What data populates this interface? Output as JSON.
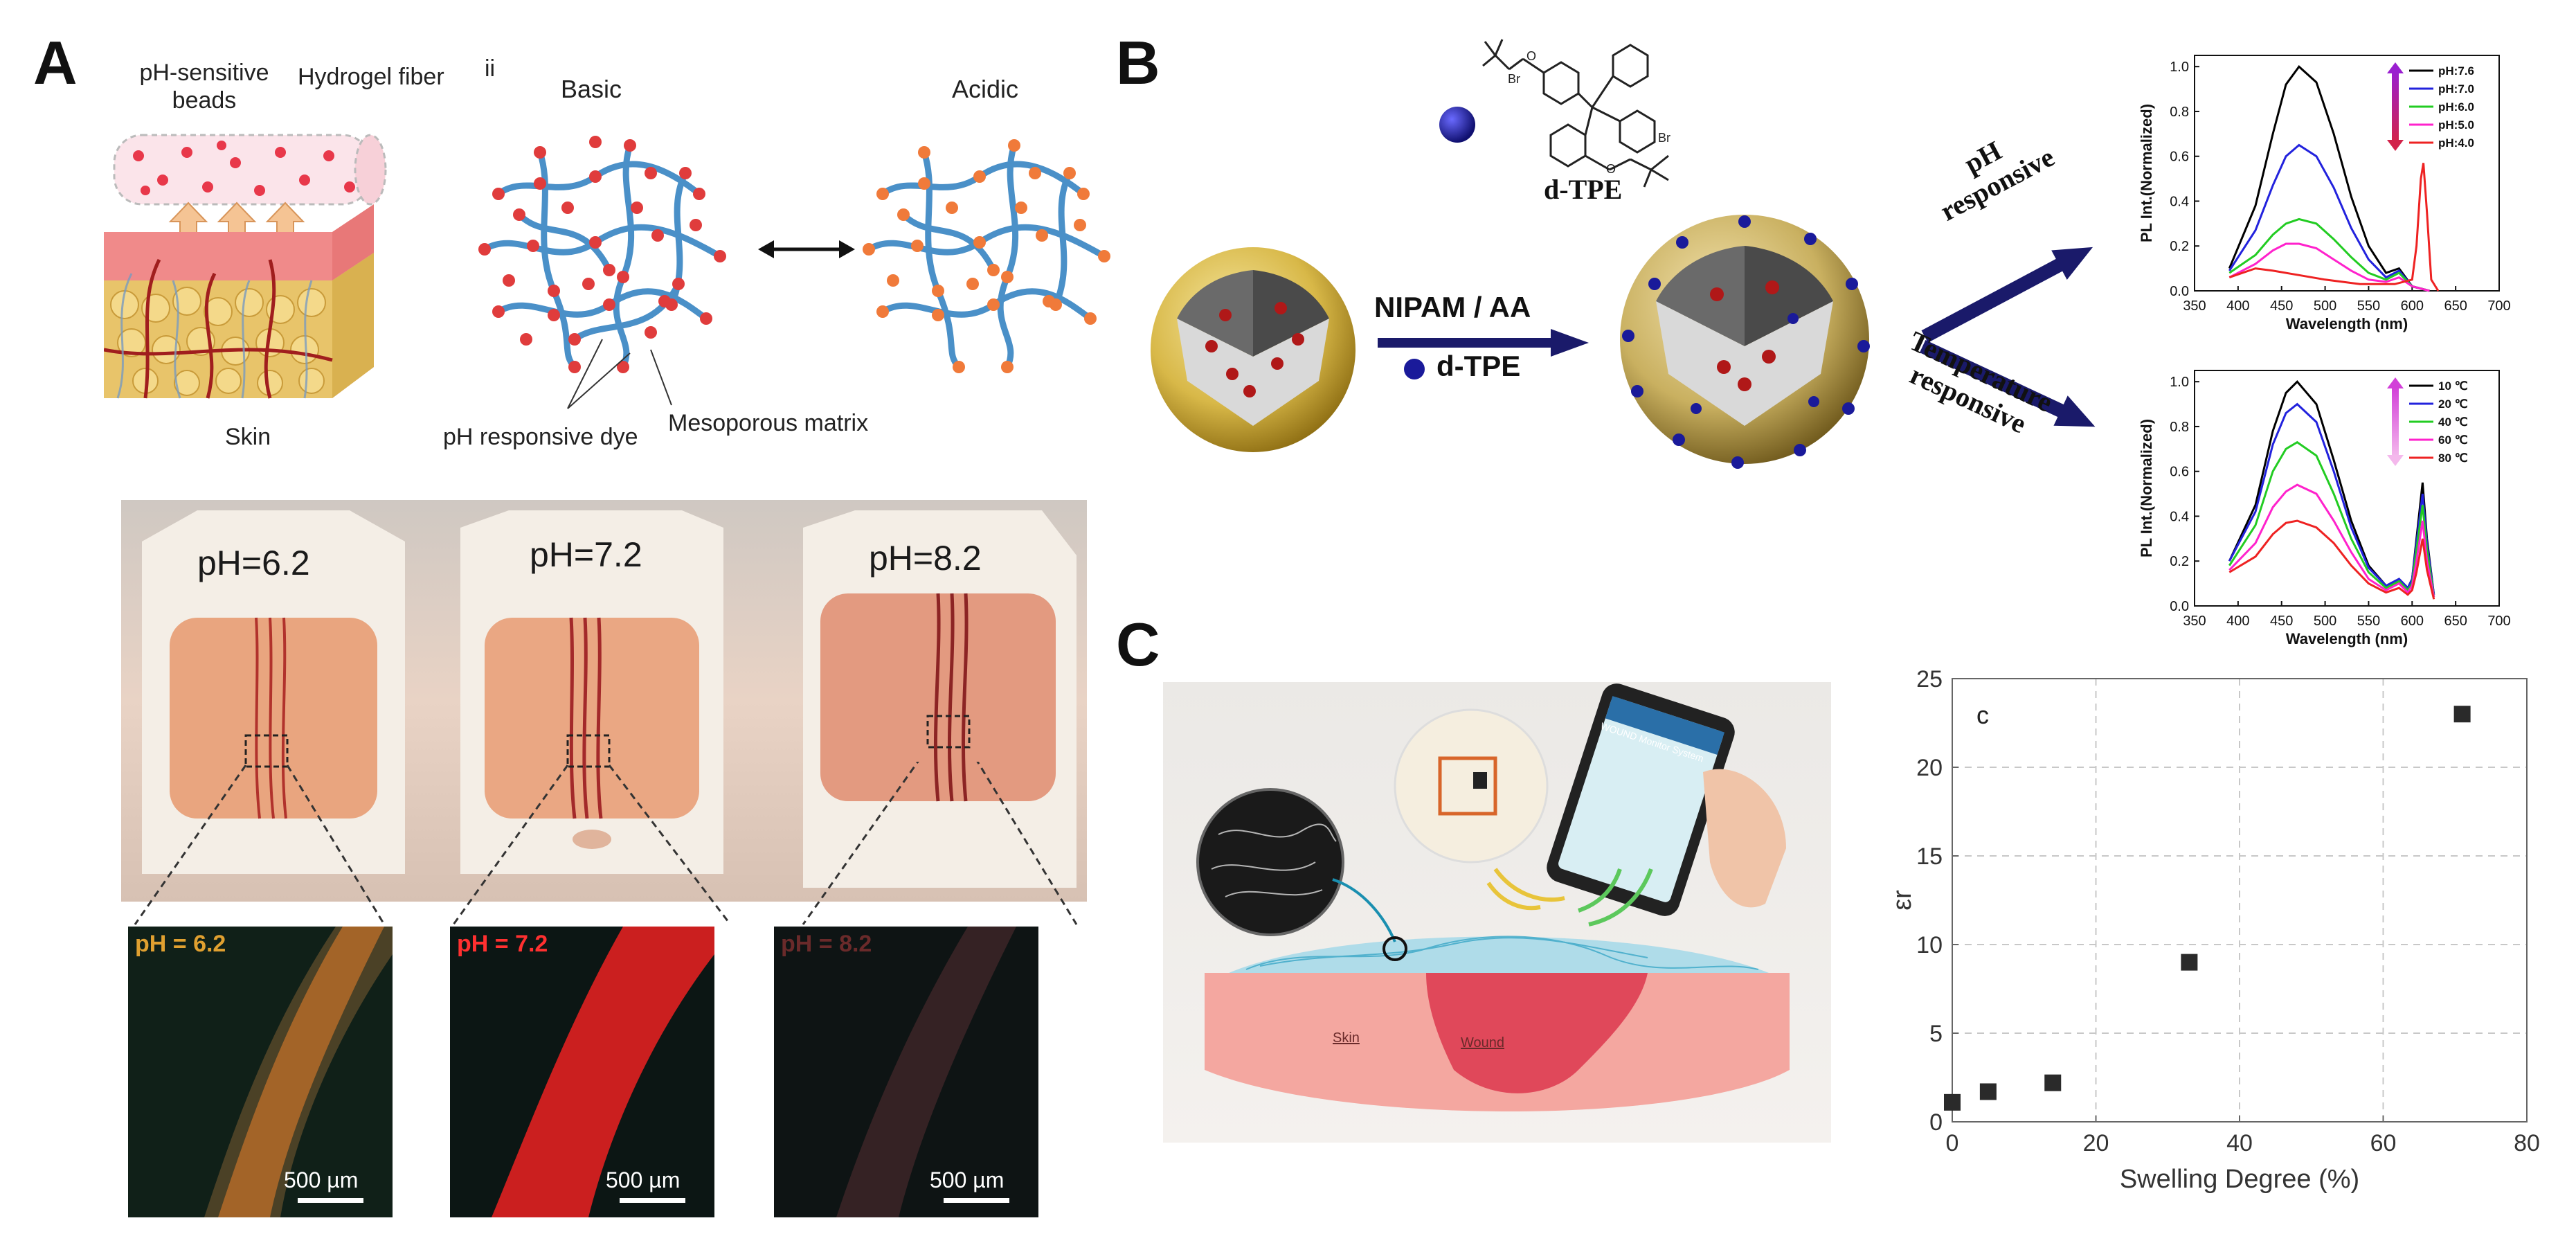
{
  "panels": {
    "A": {
      "letter": "A",
      "sub_label": "ii",
      "callouts": {
        "beads": "pH-sensitive\nbeads",
        "fiber": "Hydrogel fiber",
        "skin": "Skin",
        "basic": "Basic",
        "acidic": "Acidic",
        "dye": "pH responsive dye",
        "matrix": "Mesoporous matrix"
      },
      "photo_labels": [
        "pH=6.2",
        "pH=7.2",
        "pH=8.2"
      ],
      "micro_labels": [
        "pH = 6.2",
        "pH = 7.2",
        "pH = 8.2"
      ],
      "scale_bar": "500 µm",
      "colors": {
        "beads": "#e8384a",
        "fiber": "#4a90c8",
        "dye_basic": "#e03c3c",
        "dye_acidic": "#f07a3a"
      }
    },
    "B": {
      "letter": "B",
      "molecule_name": "d-TPE",
      "arrow_top": "NIPAM / AA",
      "arrow_bottom": "d-TPE",
      "diag_upper": "pH\nresponsive",
      "diag_lower": "Temperature\nresponsive"
    },
    "C": {
      "letter": "C",
      "illustration_labels": {
        "skin": "Skin",
        "wound": "Wound",
        "phone_header": "WOUND Monitor System"
      }
    }
  },
  "chart_data": [
    {
      "type": "line",
      "xlabel": "Wavelength (nm)",
      "ylabel": "PL Int.(Normalized)",
      "xlim": [
        350,
        700
      ],
      "ylim": [
        0,
        1.05
      ],
      "xticks": [
        350,
        400,
        450,
        500,
        550,
        600,
        650,
        700
      ],
      "yticks": [
        0.0,
        0.2,
        0.4,
        0.6,
        0.8,
        1.0
      ],
      "legend": "top-right",
      "series": [
        {
          "name": "pH:7.6",
          "color": "#000000",
          "x": [
            390,
            420,
            440,
            455,
            470,
            490,
            510,
            530,
            550,
            570,
            585,
            600,
            620
          ],
          "y": [
            0.1,
            0.38,
            0.7,
            0.92,
            1.0,
            0.93,
            0.7,
            0.42,
            0.2,
            0.08,
            0.1,
            0.02,
            0.0
          ]
        },
        {
          "name": "pH:7.0",
          "color": "#2222dd",
          "x": [
            390,
            420,
            440,
            455,
            470,
            490,
            510,
            530,
            550,
            570,
            585,
            600,
            620
          ],
          "y": [
            0.09,
            0.27,
            0.47,
            0.6,
            0.65,
            0.6,
            0.46,
            0.28,
            0.14,
            0.06,
            0.09,
            0.02,
            0.0
          ]
        },
        {
          "name": "pH:6.0",
          "color": "#22cc22",
          "x": [
            390,
            420,
            440,
            455,
            470,
            490,
            510,
            530,
            550,
            570,
            585,
            600,
            620
          ],
          "y": [
            0.08,
            0.16,
            0.25,
            0.3,
            0.32,
            0.3,
            0.23,
            0.15,
            0.08,
            0.05,
            0.08,
            0.02,
            0.0
          ]
        },
        {
          "name": "pH:5.0",
          "color": "#ff22cc",
          "x": [
            390,
            420,
            440,
            455,
            470,
            490,
            510,
            530,
            550,
            570,
            585,
            600,
            620
          ],
          "y": [
            0.06,
            0.12,
            0.18,
            0.21,
            0.21,
            0.19,
            0.14,
            0.09,
            0.05,
            0.04,
            0.06,
            0.02,
            0.0
          ]
        },
        {
          "name": "pH:4.0",
          "color": "#ee2222",
          "x": [
            390,
            420,
            440,
            470,
            500,
            540,
            580,
            600,
            605,
            610,
            613,
            617,
            622,
            630
          ],
          "y": [
            0.06,
            0.1,
            0.09,
            0.07,
            0.05,
            0.03,
            0.03,
            0.05,
            0.2,
            0.5,
            0.57,
            0.35,
            0.05,
            0.0
          ]
        }
      ]
    },
    {
      "type": "line",
      "xlabel": "Wavelength (nm)",
      "ylabel": "PL Int.(Normalized)",
      "xlim": [
        350,
        700
      ],
      "ylim": [
        0,
        1.05
      ],
      "xticks": [
        350,
        400,
        450,
        500,
        550,
        600,
        650,
        700
      ],
      "yticks": [
        0.0,
        0.2,
        0.4,
        0.6,
        0.8,
        1.0
      ],
      "legend": "top-right",
      "series": [
        {
          "name": "10 ℃",
          "color": "#000000",
          "x": [
            390,
            420,
            440,
            455,
            468,
            490,
            510,
            530,
            550,
            570,
            585,
            595,
            600,
            605,
            612,
            617,
            625
          ],
          "y": [
            0.2,
            0.45,
            0.78,
            0.95,
            1.0,
            0.9,
            0.65,
            0.38,
            0.18,
            0.09,
            0.12,
            0.08,
            0.12,
            0.3,
            0.55,
            0.3,
            0.05
          ]
        },
        {
          "name": "20 ℃",
          "color": "#2222dd",
          "x": [
            390,
            420,
            440,
            455,
            468,
            490,
            510,
            530,
            550,
            570,
            585,
            595,
            600,
            605,
            612,
            617,
            625
          ],
          "y": [
            0.2,
            0.42,
            0.72,
            0.86,
            0.9,
            0.82,
            0.6,
            0.35,
            0.17,
            0.09,
            0.12,
            0.08,
            0.12,
            0.28,
            0.5,
            0.28,
            0.05
          ]
        },
        {
          "name": "40 ℃",
          "color": "#22cc22",
          "x": [
            390,
            420,
            440,
            455,
            468,
            490,
            510,
            530,
            550,
            570,
            585,
            595,
            600,
            605,
            612,
            617,
            625
          ],
          "y": [
            0.18,
            0.36,
            0.6,
            0.7,
            0.73,
            0.67,
            0.5,
            0.3,
            0.15,
            0.08,
            0.11,
            0.07,
            0.1,
            0.25,
            0.45,
            0.25,
            0.04
          ]
        },
        {
          "name": "60 ℃",
          "color": "#ff22cc",
          "x": [
            390,
            420,
            440,
            455,
            468,
            490,
            510,
            530,
            550,
            570,
            585,
            595,
            600,
            605,
            612,
            617,
            625
          ],
          "y": [
            0.16,
            0.28,
            0.44,
            0.51,
            0.54,
            0.5,
            0.38,
            0.24,
            0.12,
            0.07,
            0.1,
            0.06,
            0.09,
            0.2,
            0.38,
            0.2,
            0.04
          ]
        },
        {
          "name": "80 ℃",
          "color": "#ee2222",
          "x": [
            390,
            420,
            440,
            455,
            468,
            490,
            510,
            530,
            550,
            570,
            585,
            595,
            600,
            605,
            612,
            617,
            625
          ],
          "y": [
            0.15,
            0.22,
            0.32,
            0.37,
            0.38,
            0.35,
            0.28,
            0.18,
            0.1,
            0.06,
            0.08,
            0.05,
            0.07,
            0.15,
            0.3,
            0.16,
            0.03
          ]
        }
      ]
    },
    {
      "type": "scatter",
      "annotation": "c",
      "xlabel": "Swelling  Degree (%)",
      "ylabel": "εr",
      "xlim": [
        0,
        80
      ],
      "ylim": [
        0,
        25
      ],
      "xticks": [
        0,
        20,
        40,
        60,
        80
      ],
      "yticks": [
        0,
        5,
        10,
        15,
        20,
        25
      ],
      "grid": true,
      "series": [
        {
          "x": [
            0,
            5,
            14,
            33,
            71
          ],
          "y": [
            1.1,
            1.7,
            2.2,
            9,
            23
          ]
        }
      ]
    }
  ]
}
